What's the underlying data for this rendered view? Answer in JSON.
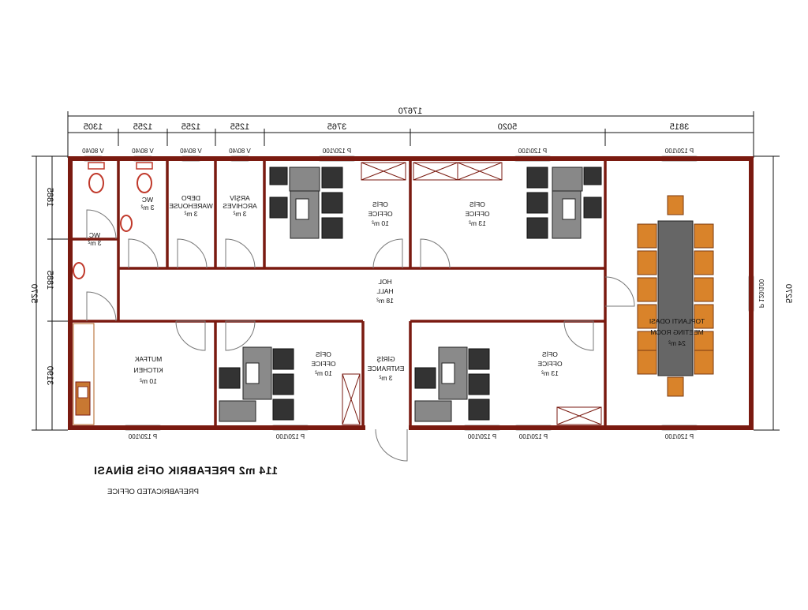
{
  "drawing": {
    "title": "114 m2 PREFABRIK OFİS BİNASI",
    "subtitle": "PREFABRICATED OFFICE",
    "colors": {
      "wall": "#7a1a10",
      "chair": "#d9832a",
      "fixture": "#c0392b",
      "desk": "#666666"
    }
  },
  "dimensions": {
    "overall": "17670",
    "top": [
      "1305",
      "1255",
      "1255",
      "1255",
      "3765",
      "5020",
      "3815"
    ],
    "left": [
      "1885",
      "1885",
      "3190"
    ],
    "left_total": "5270",
    "right_total": "5270"
  },
  "windows": {
    "v": "V 80/40",
    "p": "P 120/100",
    "p_meeting": "P 120/100"
  },
  "rooms": {
    "wc1": {
      "tr": "WC",
      "area": "3 m²"
    },
    "wc2": {
      "tr": "WC",
      "area": "3 m²"
    },
    "depo": {
      "tr": "DEPO",
      "en": "WAREHOUSE",
      "area": "3 m²"
    },
    "arsiv": {
      "tr": "ARŞİV",
      "en": "ARCHIVES",
      "area": "3 m²"
    },
    "office_a": {
      "tr": "OFİS",
      "en": "OFFICE",
      "area": "10 m²"
    },
    "office_b": {
      "tr": "OFİS",
      "en": "OFFICE",
      "area": "13 m²"
    },
    "hall": {
      "tr": "HOL",
      "en": "HALL",
      "area": "18 m²"
    },
    "meeting": {
      "tr": "TOPLANTI ODASI",
      "en": "MEETING ROOM",
      "area": "24 m²"
    },
    "kitchen": {
      "tr": "MUTFAK",
      "en": "KITCHEN",
      "area": "10 m²"
    },
    "office_c": {
      "tr": "OFİS",
      "en": "OFFICE",
      "area": "10 m²"
    },
    "entrance": {
      "tr": "GİRİŞ",
      "en": "ENTRANCE",
      "area": "3 m²"
    },
    "office_d": {
      "tr": "OFİS",
      "en": "OFFICE",
      "area": "13 m²"
    }
  }
}
